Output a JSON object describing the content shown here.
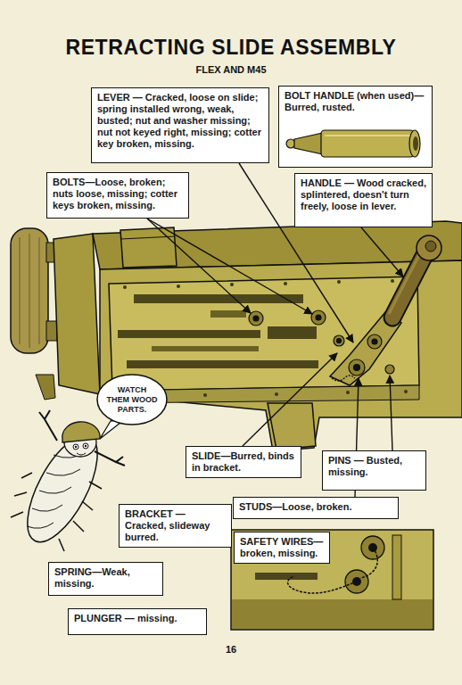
{
  "diagram": {
    "title": "RETRACTING SLIDE ASSEMBLY",
    "nodes": [
      {
        "text": [
          "LEVER — Cracked, loose on slide; spring installed wrong, weak, busted; nut and washer missing; nut not keyed right, missing; cotter key broken, missing."
        ]
      },
      {
        "text": [
          "BOLT HANDLE (when used)—Burred, rusted."
        ]
      },
      {
        "text": [
          "BOLTS—Loose, broken; nuts loose, missing; cotter keys broken, missing."
        ]
      },
      {
        "text": [
          "HANDLE — Wood cracked, splintered, doesn't turn freely, loose in lever."
        ]
      },
      {
        "text": [
          "WATCH THEM WOOD PARTS."
        ]
      },
      {
        "text": [
          "SLIDE—Burred, binds in bracket."
        ]
      },
      {
        "text": [
          "PINS — Busted, missing."
        ]
      },
      {
        "text": [
          "STUDS—Loose, broken."
        ]
      },
      {
        "text": [
          "BRACKET — Cracked, slideway burred."
        ]
      },
      {
        "text": [
          "SAFETY WIRES— broken, missing."
        ]
      },
      {
        "text": [
          "SPRING—Weak, missing."
        ]
      },
      {
        "text": [
          "PLUNGER — missing."
        ]
      }
    ],
    "labels": [
      "FLEX AND M45",
      "16"
    ]
  }
}
